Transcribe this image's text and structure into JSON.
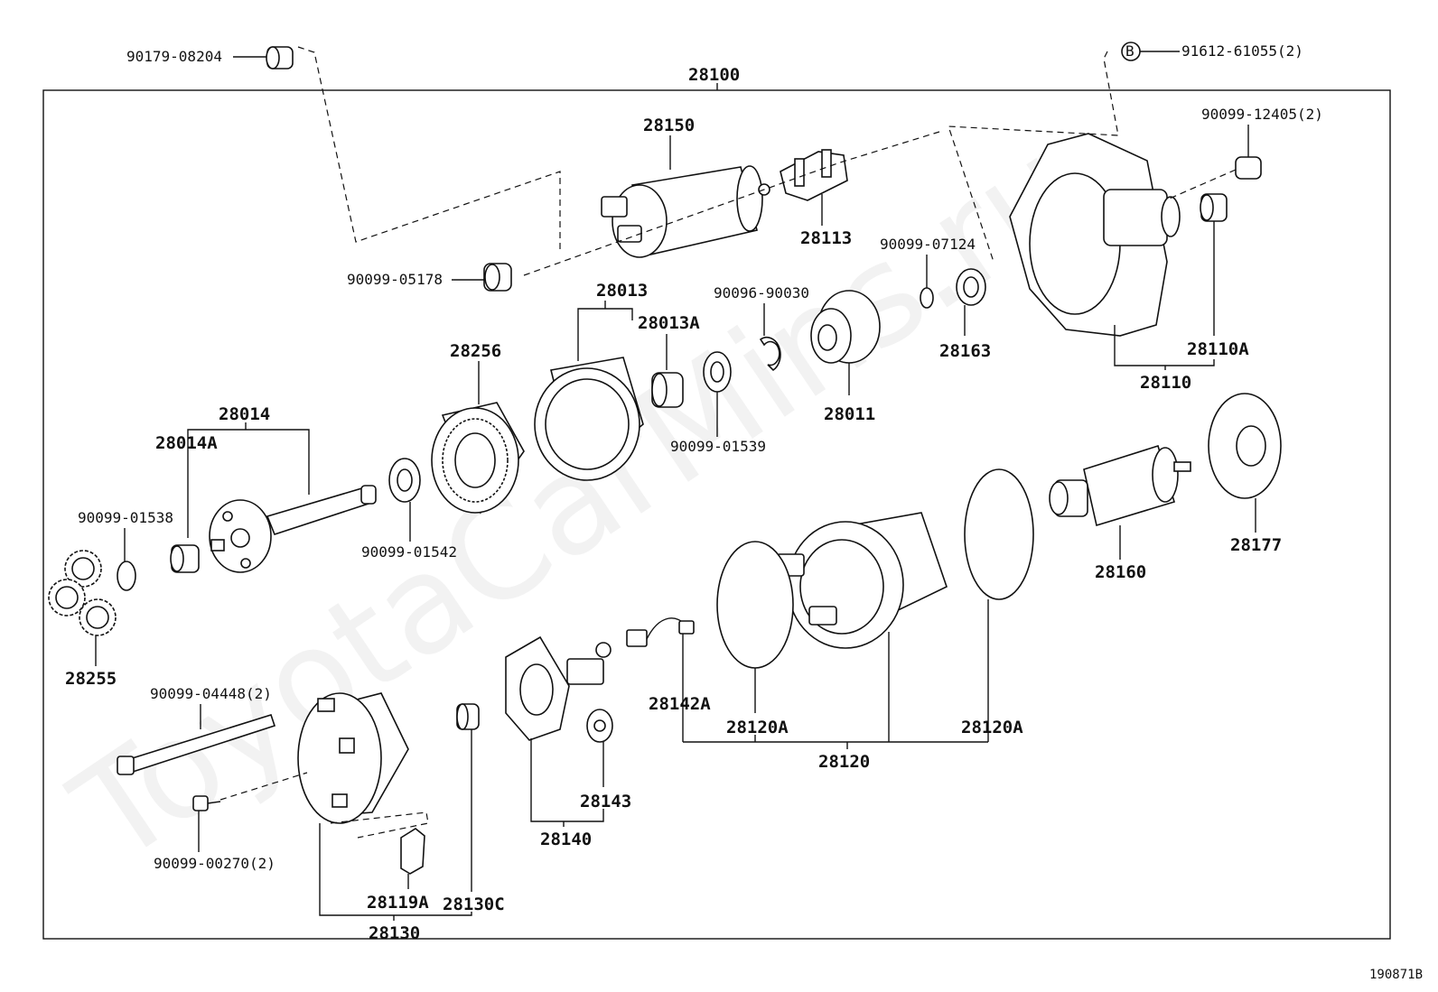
{
  "watermark": "ToyotaCarMins.ru",
  "figure_id": "190871B",
  "assembly": {
    "number": "28100"
  },
  "bolt_marker": "B",
  "labels": {
    "p90179_08204": "90179-08204",
    "p91612_61055": "91612-61055(2)",
    "p28150": "28150",
    "p28113": "28113",
    "p90099_12405": "90099-12405(2)",
    "p90099_05178": "90099-05178",
    "p90099_07124": "90099-07124",
    "p28013": "28013",
    "p28013A": "28013A",
    "p90096_90030": "90096-90030",
    "p28163": "28163",
    "p28110A": "28110A",
    "p28110": "28110",
    "p28256": "28256",
    "p28011": "28011",
    "p28014": "28014",
    "p28014A": "28014A",
    "p90099_01539": "90099-01539",
    "p90099_01538": "90099-01538",
    "p90099_01542": "90099-01542",
    "p28160": "28160",
    "p28177": "28177",
    "p28255": "28255",
    "p28142A": "28142A",
    "p90099_04448": "90099-04448(2)",
    "p28120A_left": "28120A",
    "p28120A_right": "28120A",
    "p28120": "28120",
    "p28143": "28143",
    "p90099_00270": "90099-00270(2)",
    "p28140": "28140",
    "p28119A": "28119A",
    "p28130C": "28130C",
    "p28130": "28130"
  }
}
